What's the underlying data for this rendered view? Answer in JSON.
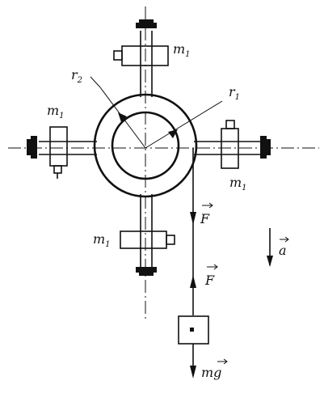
{
  "labels": {
    "m1_top": "m",
    "m1_left": "m",
    "m1_right": "m",
    "m1_bottom": "m",
    "m1_sub": "1",
    "r1": "r",
    "r1_sub": "1",
    "r2": "r",
    "r2_sub": "2",
    "F_lower": "F",
    "F_upper": "F",
    "mg": "mg",
    "a": "a"
  }
}
